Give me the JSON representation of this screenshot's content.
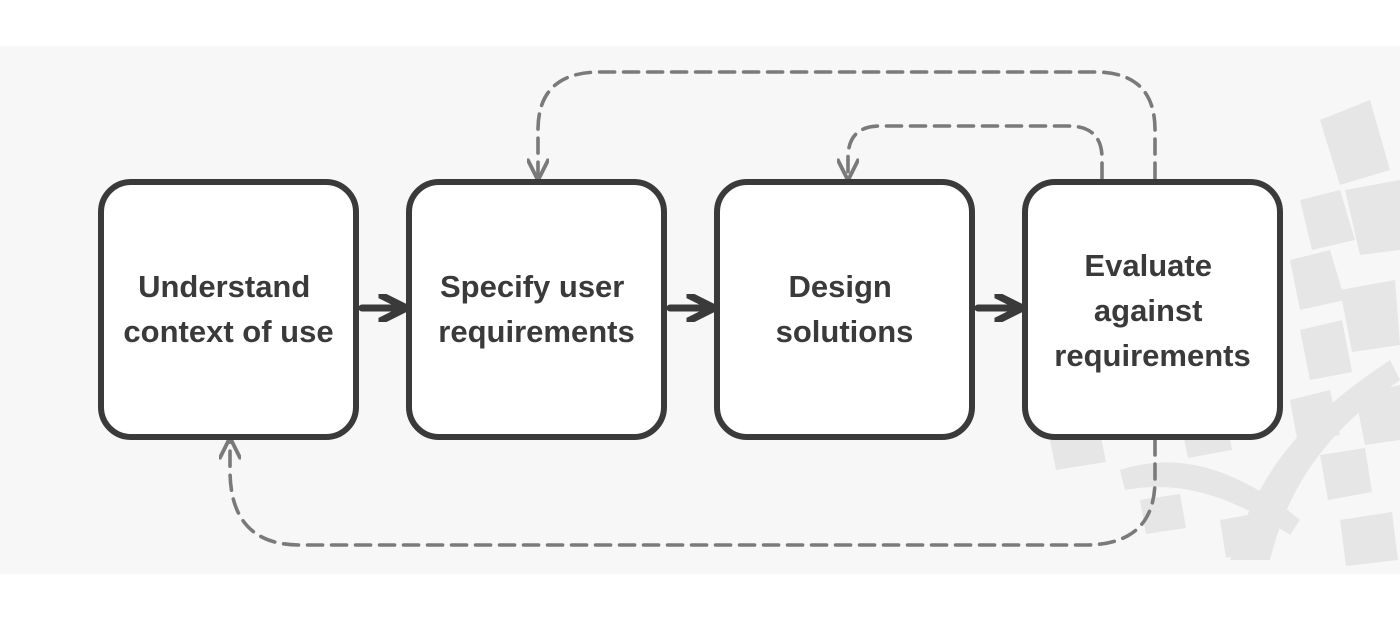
{
  "diagram": {
    "type": "process-cycle",
    "colors": {
      "page_background": "#ffffff",
      "panel_background": "#f7f7f7",
      "box_fill": "#ffffff",
      "box_stroke": "#3a3a3a",
      "arrow": "#3a3a3a",
      "dashed_arrow": "#7a7a7a",
      "text": "#3a3a3a",
      "watermark": "#e6e6e6"
    },
    "nodes": [
      {
        "id": "context",
        "lines": [
          "Understand",
          "context of use"
        ]
      },
      {
        "id": "requirements",
        "lines": [
          "Specify user",
          "requirements"
        ]
      },
      {
        "id": "design",
        "lines": [
          "Design",
          "solutions"
        ]
      },
      {
        "id": "evaluate",
        "lines": [
          "Evaluate",
          "against",
          "requirements"
        ]
      }
    ],
    "edges": [
      {
        "from": "context",
        "to": "requirements",
        "style": "solid"
      },
      {
        "from": "requirements",
        "to": "design",
        "style": "solid"
      },
      {
        "from": "design",
        "to": "evaluate",
        "style": "solid"
      },
      {
        "from": "evaluate",
        "to": "requirements",
        "style": "dashed"
      },
      {
        "from": "evaluate",
        "to": "design",
        "style": "dashed"
      },
      {
        "from": "evaluate",
        "to": "context",
        "style": "dashed"
      }
    ],
    "watermark_icon": "tree-illustration-icon"
  }
}
